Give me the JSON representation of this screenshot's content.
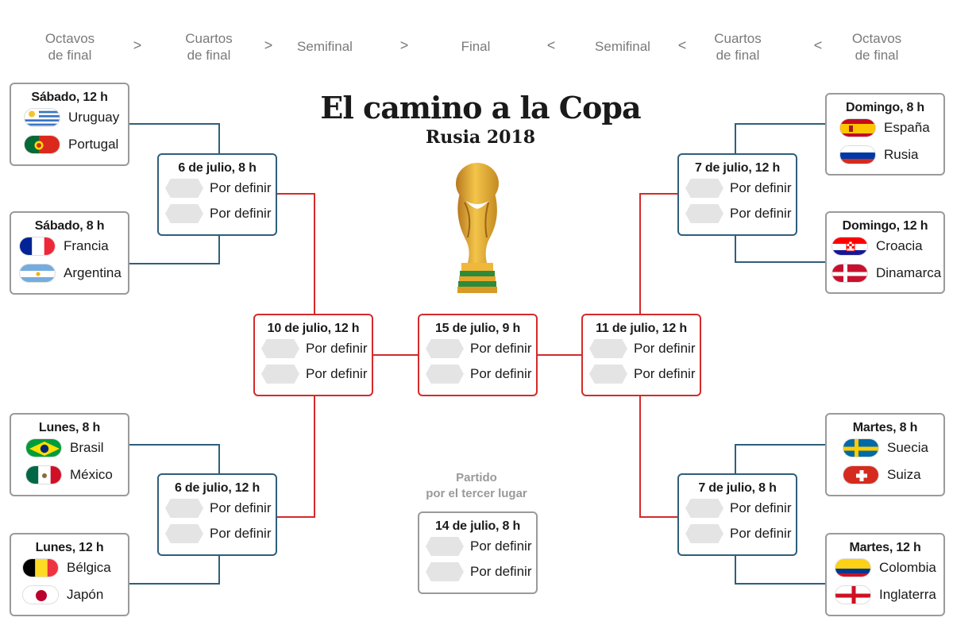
{
  "header": {
    "stages": [
      {
        "line1": "Octavos",
        "line2": "de final"
      },
      {
        "line1": "Cuartos",
        "line2": "de final"
      },
      {
        "line1": "Semifinal",
        "line2": ""
      },
      {
        "line1": "Final",
        "line2": ""
      },
      {
        "line1": "Semifinal",
        "line2": ""
      },
      {
        "line1": "Cuartos",
        "line2": "de final"
      },
      {
        "line1": "Octavos",
        "line2": "de final"
      }
    ],
    "arrows": [
      ">",
      ">",
      ">",
      "<",
      "<",
      "<"
    ]
  },
  "title": "El camino a la Copa",
  "subtitle": "Rusia 2018",
  "tbd": "Por definir",
  "third_place_label": {
    "line1": "Partido",
    "line2": "por el tercer lugar"
  },
  "round_of_16": {
    "left": [
      {
        "date": "Sábado, 12 h",
        "teams": [
          {
            "name": "Uruguay",
            "flag": "uruguay-flag"
          },
          {
            "name": "Portugal",
            "flag": "portugal-flag"
          }
        ]
      },
      {
        "date": "Sábado, 8 h",
        "teams": [
          {
            "name": "Francia",
            "flag": "france-flag"
          },
          {
            "name": "Argentina",
            "flag": "argentina-flag"
          }
        ]
      },
      {
        "date": "Lunes, 8 h",
        "teams": [
          {
            "name": "Brasil",
            "flag": "brazil-flag"
          },
          {
            "name": "México",
            "flag": "mexico-flag"
          }
        ]
      },
      {
        "date": "Lunes, 12 h",
        "teams": [
          {
            "name": "Bélgica",
            "flag": "belgium-flag"
          },
          {
            "name": "Japón",
            "flag": "japan-flag"
          }
        ]
      }
    ],
    "right": [
      {
        "date": "Domingo, 8 h",
        "teams": [
          {
            "name": "España",
            "flag": "spain-flag"
          },
          {
            "name": "Rusia",
            "flag": "russia-flag"
          }
        ]
      },
      {
        "date": "Domingo, 12 h",
        "teams": [
          {
            "name": "Croacia",
            "flag": "croatia-flag"
          },
          {
            "name": "Dinamarca",
            "flag": "denmark-flag"
          }
        ]
      },
      {
        "date": "Martes, 8 h",
        "teams": [
          {
            "name": "Suecia",
            "flag": "sweden-flag"
          },
          {
            "name": "Suiza",
            "flag": "switzerland-flag"
          }
        ]
      },
      {
        "date": "Martes, 12 h",
        "teams": [
          {
            "name": "Colombia",
            "flag": "colombia-flag"
          },
          {
            "name": "Inglaterra",
            "flag": "england-flag"
          }
        ]
      }
    ]
  },
  "quarterfinals": {
    "left": [
      {
        "date": "6 de julio, 8 h"
      },
      {
        "date": "6 de julio, 12 h"
      }
    ],
    "right": [
      {
        "date": "7 de julio, 12 h"
      },
      {
        "date": "7 de julio, 8 h"
      }
    ]
  },
  "semifinals": {
    "left": {
      "date": "10 de julio, 12 h"
    },
    "right": {
      "date": "11 de julio, 12 h"
    }
  },
  "final": {
    "date": "15 de julio, 9 h"
  },
  "third_place": {
    "date": "14 de julio, 8 h"
  },
  "colors": {
    "blue_line": "#2f5f7a",
    "red_line": "#d42a2a",
    "grey_box": "#9a9a9a"
  }
}
